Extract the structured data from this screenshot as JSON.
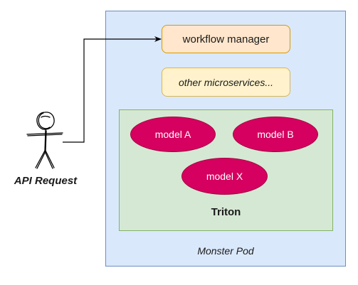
{
  "diagram": {
    "pod_label": "Monster Pod",
    "workflow_manager_label": "workflow manager",
    "other_microservices_label": "other microservices...",
    "triton_label": "Triton",
    "models": [
      {
        "label": "model A"
      },
      {
        "label": "model B"
      },
      {
        "label": "model X"
      }
    ],
    "actor_label": "API Request",
    "connection": {
      "from": "API Request",
      "to": "workflow manager"
    }
  },
  "colors": {
    "pod_fill": "#dae8fc",
    "pod_stroke": "#6c8ebf",
    "workflow_fill": "#ffe6cc",
    "workflow_stroke": "#d79b00",
    "micro_fill": "#fff2cc",
    "micro_stroke": "#d6b656",
    "triton_fill": "#d5e8d4",
    "triton_stroke": "#82b366",
    "model_fill": "#d5005f"
  },
  "icons": {
    "actor": "stick-figure-icon",
    "arrow": "arrow-connector"
  }
}
